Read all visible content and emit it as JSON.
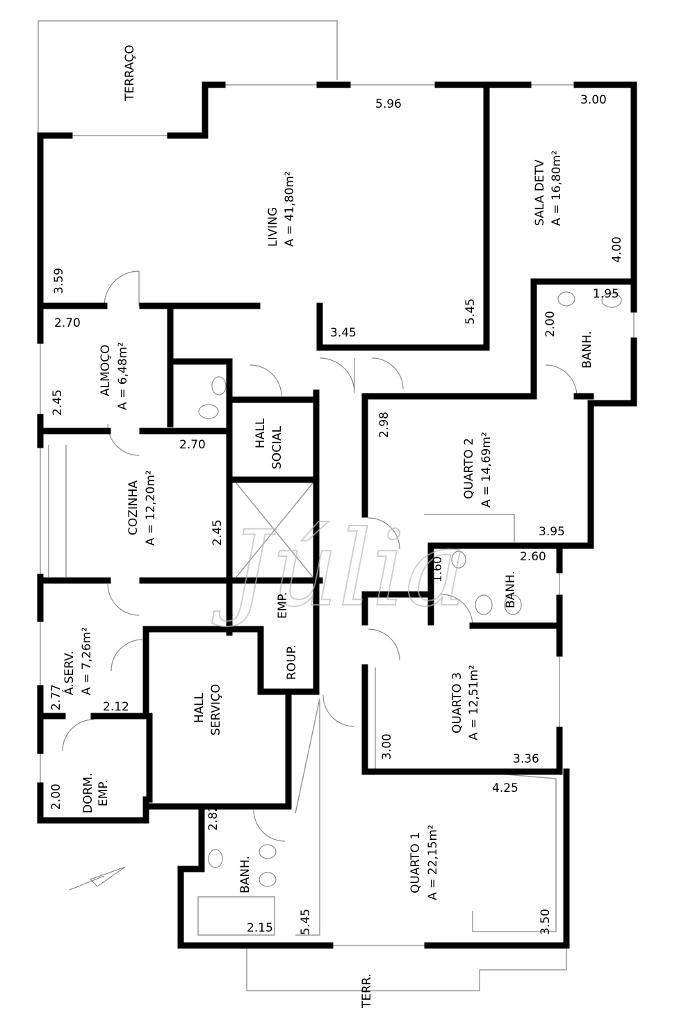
{
  "rooms": {
    "terraco": "TERRAÇO",
    "living": {
      "name": "LIVING",
      "area": "A = 41,80m²"
    },
    "sala_tv": {
      "name": "SALA DETV",
      "area": "A = 16,80m²"
    },
    "almoco": {
      "name": "ALMOÇO",
      "area": "A = 6,48m²"
    },
    "cozinha": {
      "name": "COZINHA",
      "area": "A = 12,20m²"
    },
    "hall_social": {
      "line1": "HALL",
      "line2": "SOCIAL"
    },
    "quarto2": {
      "name": "QUARTO 2",
      "area": "A = 14,69m²"
    },
    "banh_top": "BANH.",
    "banh_mid": "BANH.",
    "banh_bottom": "BANH.",
    "emp": "EMP.",
    "aserv": {
      "name": "Á.SERV.",
      "area": "A = 7,26m²"
    },
    "roup": "ROUP.",
    "hall_servico": {
      "line1": "HALL",
      "line2": "SERVIÇO"
    },
    "quarto3": {
      "name": "QUARTO 3",
      "area": "A = 12,51m²"
    },
    "dorm_emp": {
      "line1": "DORM.",
      "line2": "EMP."
    },
    "quarto1": {
      "name": "QUARTO 1",
      "area": "A = 22,15m²"
    },
    "terr": "TERR."
  },
  "dimensions": {
    "living_w": "5.96",
    "living_h": "5.45",
    "living_left": "3.59",
    "living_notch": "3.45",
    "tv_w": "3.00",
    "tv_h": "4.00",
    "banh_top_w": "1.95",
    "banh_top_h": "2.00",
    "almoco_w": "2.70",
    "almoco_h": "2.45",
    "cozinha_w": "2.70",
    "cozinha_h": "2.45",
    "quarto2_h": "2.98",
    "quarto2_w": "3.95",
    "banh_mid_h": "1.60",
    "banh_mid_w": "2.60",
    "aserv_h": "2.77",
    "aserv_w": "2.12",
    "quarto3_h": "3.00",
    "quarto3_w": "3.36",
    "dorm_h": "2.00",
    "quarto1_w": "4.25",
    "quarto1_h": "3.50",
    "quarto1_left": "5.45",
    "banh_bottom_h": "2.82",
    "banh_bottom_w": "2.15"
  },
  "watermark": "Júlia"
}
